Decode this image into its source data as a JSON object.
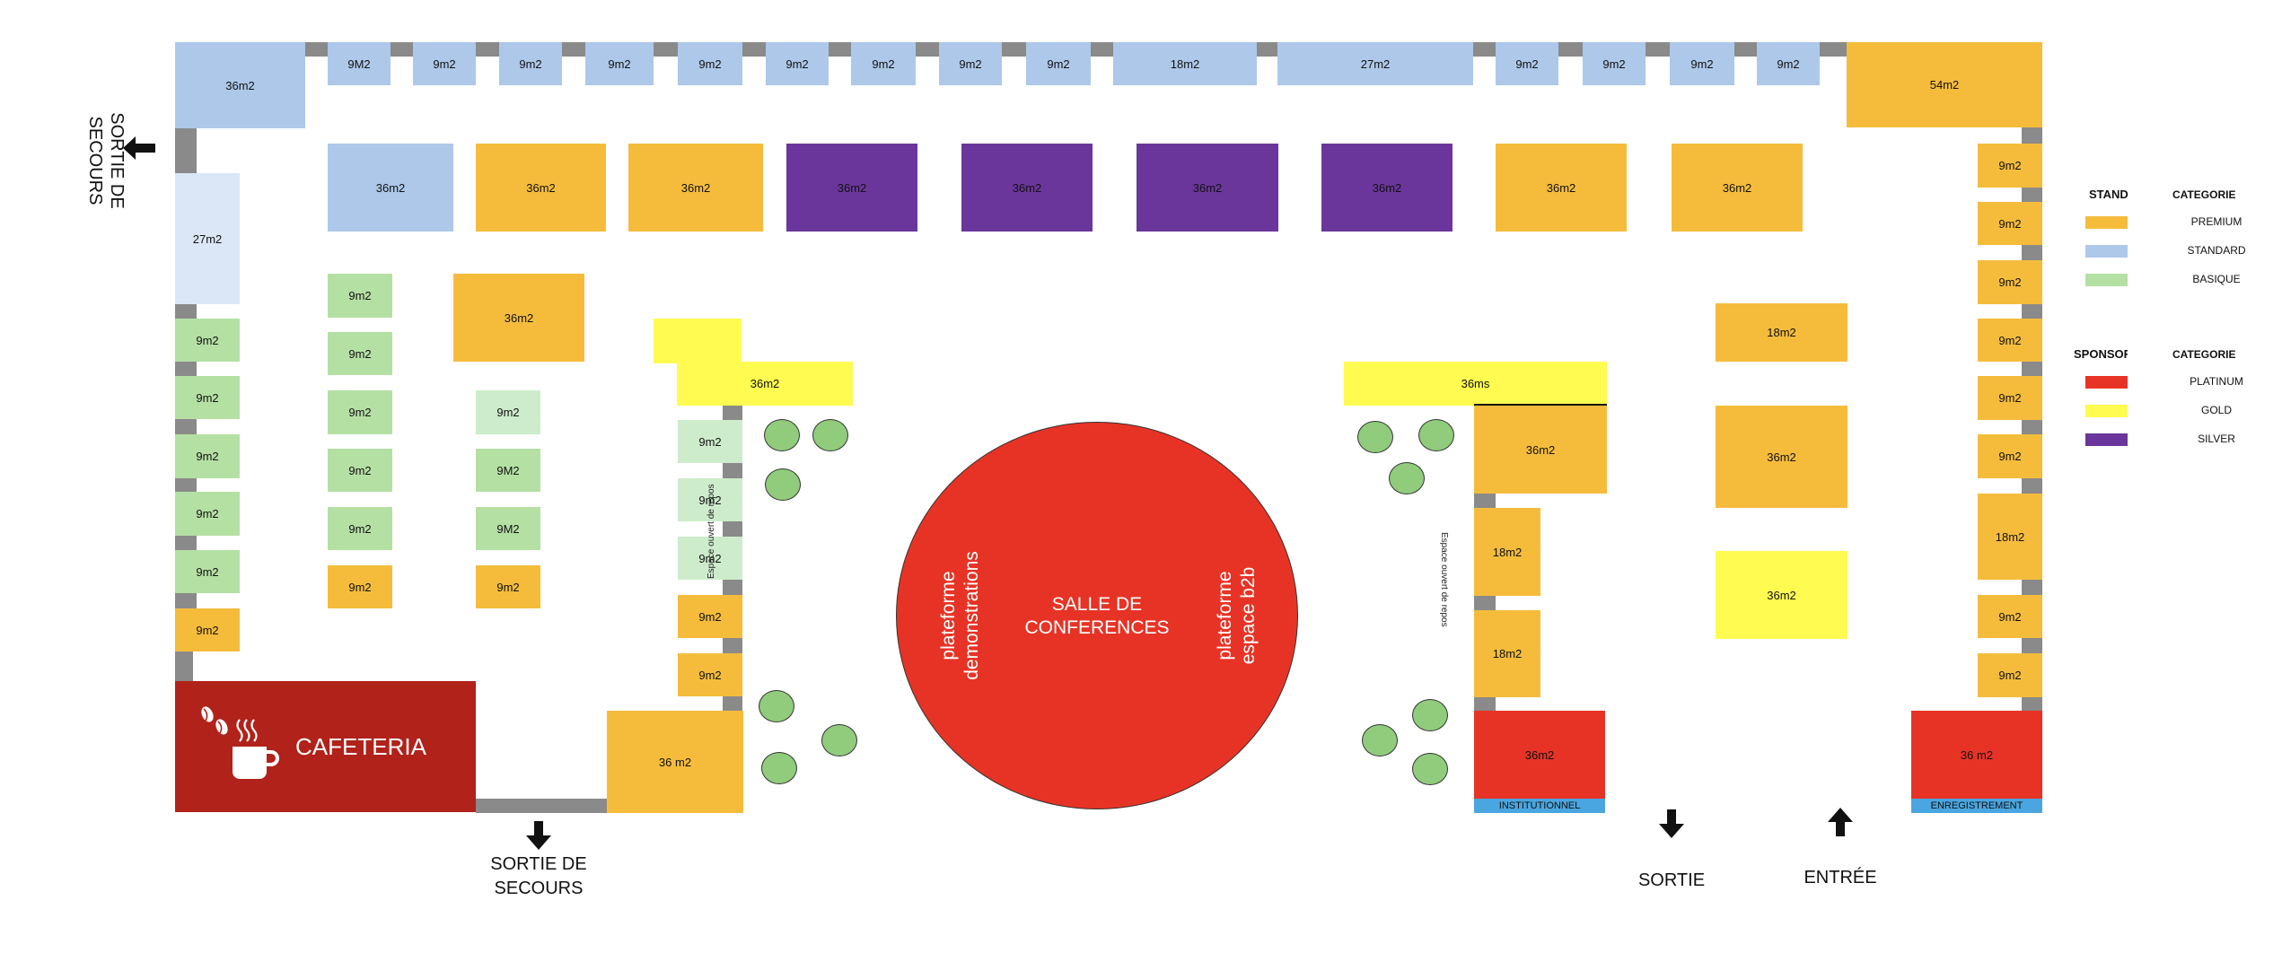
{
  "colors": {
    "premium": "#f5bc3c",
    "standard": "#adc8e9",
    "standard_light": "#dbe7f6",
    "basique": "#b5e0a4",
    "basique_light": "#cdeccc",
    "platinum": "#e73325",
    "gold": "#fffb50",
    "silver": "#6a369b",
    "cafeteria": "#b1221a",
    "info_bar": "#4aa6e0",
    "rest_tree": "#90cc7c",
    "separator": "#8a8a8a"
  },
  "stands": [
    {
      "label": "36m2",
      "cat": "standard"
    },
    {
      "label": "9M2",
      "cat": "standard"
    },
    {
      "label": "9m2",
      "cat": "standard"
    },
    {
      "label": "9m2",
      "cat": "standard"
    },
    {
      "label": "9m2",
      "cat": "standard"
    },
    {
      "label": "9m2",
      "cat": "standard"
    },
    {
      "label": "9m2",
      "cat": "standard"
    },
    {
      "label": "9m2",
      "cat": "standard"
    },
    {
      "label": "9m2",
      "cat": "standard"
    },
    {
      "label": "9m2",
      "cat": "standard"
    },
    {
      "label": "18m2",
      "cat": "standard"
    },
    {
      "label": "27m2",
      "cat": "standard"
    },
    {
      "label": "9m2",
      "cat": "standard"
    },
    {
      "label": "9m2",
      "cat": "standard"
    },
    {
      "label": "9m2",
      "cat": "standard"
    },
    {
      "label": "9m2",
      "cat": "standard"
    },
    {
      "label": "54m2",
      "cat": "premium"
    },
    {
      "label": "27m2",
      "cat": "standard_light"
    },
    {
      "label": "9m2",
      "cat": "basique"
    },
    {
      "label": "9m2",
      "cat": "basique"
    },
    {
      "label": "9m2",
      "cat": "basique"
    },
    {
      "label": "9m2",
      "cat": "basique"
    },
    {
      "label": "9m2",
      "cat": "basique"
    },
    {
      "label": "9m2",
      "cat": "premium"
    },
    {
      "label": "36m2",
      "cat": "standard"
    },
    {
      "label": "36m2",
      "cat": "premium"
    },
    {
      "label": "36m2",
      "cat": "premium"
    },
    {
      "label": "36m2",
      "cat": "silver"
    },
    {
      "label": "36m2",
      "cat": "silver"
    },
    {
      "label": "36m2",
      "cat": "silver"
    },
    {
      "label": "36m2",
      "cat": "silver"
    },
    {
      "label": "36m2",
      "cat": "premium"
    },
    {
      "label": "36m2",
      "cat": "premium"
    },
    {
      "label": "9m2",
      "cat": "basique"
    },
    {
      "label": "9m2",
      "cat": "basique"
    },
    {
      "label": "9m2",
      "cat": "basique"
    },
    {
      "label": "9m2",
      "cat": "basique"
    },
    {
      "label": "9m2",
      "cat": "basique"
    },
    {
      "label": "9m2",
      "cat": "premium"
    },
    {
      "label": "36m2",
      "cat": "premium"
    },
    {
      "label": "9m2",
      "cat": "basique_light"
    },
    {
      "label": "9M2",
      "cat": "basique"
    },
    {
      "label": "9M2",
      "cat": "basique"
    },
    {
      "label": "9m2",
      "cat": "premium"
    },
    {
      "label": "36m2",
      "cat": "gold"
    },
    {
      "label": "9m2",
      "cat": "basique_light"
    },
    {
      "label": "9m2",
      "cat": "basique_light"
    },
    {
      "label": "9m2",
      "cat": "basique_light"
    },
    {
      "label": "9m2",
      "cat": "premium"
    },
    {
      "label": "9m2",
      "cat": "premium"
    },
    {
      "label": "36 m2",
      "cat": "premium"
    },
    {
      "label": "36ms",
      "cat": "gold"
    },
    {
      "label": "36m2",
      "cat": "premium"
    },
    {
      "label": "18m2",
      "cat": "premium"
    },
    {
      "label": "18m2",
      "cat": "premium"
    },
    {
      "label": "36m2",
      "cat": "platinum"
    },
    {
      "label": "18m2",
      "cat": "premium"
    },
    {
      "label": "36m2",
      "cat": "premium"
    },
    {
      "label": "36m2",
      "cat": "gold"
    },
    {
      "label": "9m2",
      "cat": "premium"
    },
    {
      "label": "9m2",
      "cat": "premium"
    },
    {
      "label": "9m2",
      "cat": "premium"
    },
    {
      "label": "9m2",
      "cat": "premium"
    },
    {
      "label": "9m2",
      "cat": "premium"
    },
    {
      "label": "9m2",
      "cat": "premium"
    },
    {
      "label": "18m2",
      "cat": "premium"
    },
    {
      "label": "9m2",
      "cat": "premium"
    },
    {
      "label": "9m2",
      "cat": "premium"
    },
    {
      "label": "36 m2",
      "cat": "platinum"
    }
  ],
  "conference": {
    "title_line1": "SALLE DE",
    "title_line2": "CONFERENCES",
    "left_line1": "plateforme",
    "left_line2": "demonstrations",
    "right_line1": "plateforme",
    "right_line2": "espace b2b"
  },
  "cafeteria": {
    "label": "CAFETERIA"
  },
  "rest_area_left": "Espace ouvert de repos",
  "rest_area_right": "Espace ouvert de repos",
  "info_bars": {
    "institutionnel": "INSTITUTIONNEL",
    "enregistrement": "ENREGISTREMENT"
  },
  "exits": {
    "left_line1": "SORTIE DE",
    "left_line2": "SECOURS",
    "bottom_line1": "SORTIE DE",
    "bottom_line2": "SECOURS",
    "sortie": "SORTIE",
    "entree": "ENTRÉE"
  },
  "legend": {
    "stand_header": "STAND",
    "sponsor_header": "SPONSOR",
    "categorie_header": "CATEGORIE",
    "stand_items": [
      {
        "label": "PREMIUM",
        "color": "#f5bc3c"
      },
      {
        "label": "STANDARD",
        "color": "#adc8e9"
      },
      {
        "label": "BASIQUE",
        "color": "#b5e0a4"
      }
    ],
    "sponsor_items": [
      {
        "label": "PLATINUM",
        "color": "#e73325"
      },
      {
        "label": "GOLD",
        "color": "#fffb50"
      },
      {
        "label": "SILVER",
        "color": "#6a369b"
      }
    ]
  }
}
